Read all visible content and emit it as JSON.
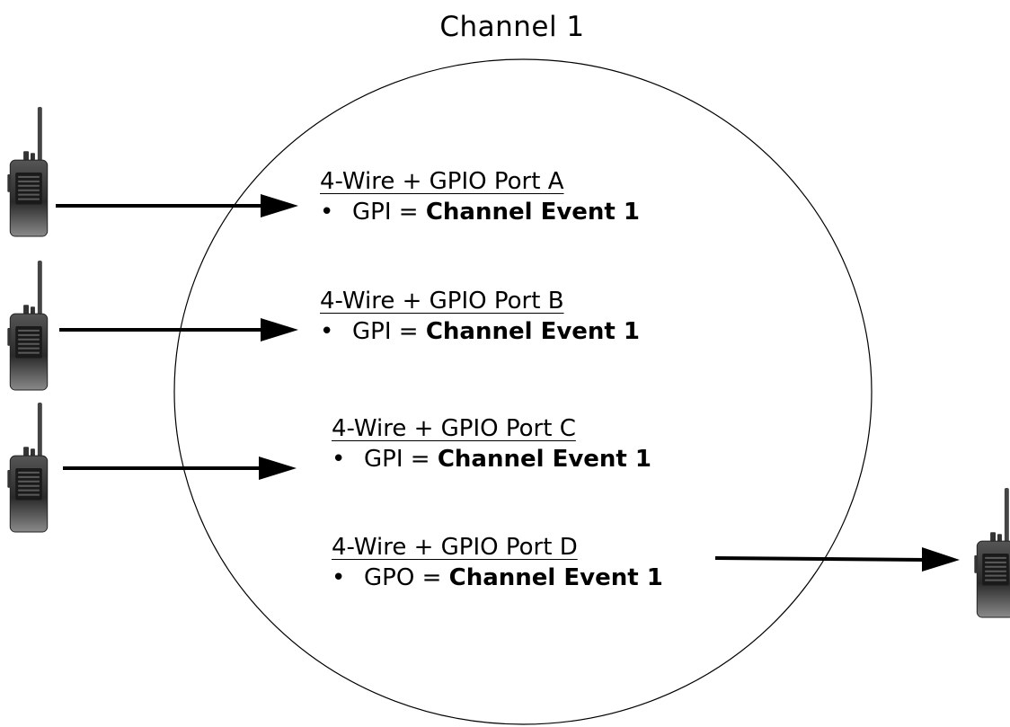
{
  "title": "Channel 1",
  "ports": [
    {
      "name": "4-Wire + GPIO Port A",
      "bullet": "•",
      "io": "GPI",
      "equals": "=",
      "event": "Channel Event 1",
      "direction": "in"
    },
    {
      "name": "4-Wire + GPIO Port B",
      "bullet": "•",
      "io": "GPI",
      "equals": "=",
      "event": "Channel Event 1",
      "direction": "in"
    },
    {
      "name": "4-Wire + GPIO Port C",
      "bullet": "•",
      "io": "GPI",
      "equals": "=",
      "event": "Channel Event 1",
      "direction": "in"
    },
    {
      "name": "4-Wire + GPIO Port D",
      "bullet": "•",
      "io": "GPO",
      "equals": "=",
      "event": "Channel Event 1",
      "direction": "out"
    }
  ],
  "icons": [
    "radio-icon",
    "radio-icon",
    "radio-icon",
    "radio-icon"
  ]
}
